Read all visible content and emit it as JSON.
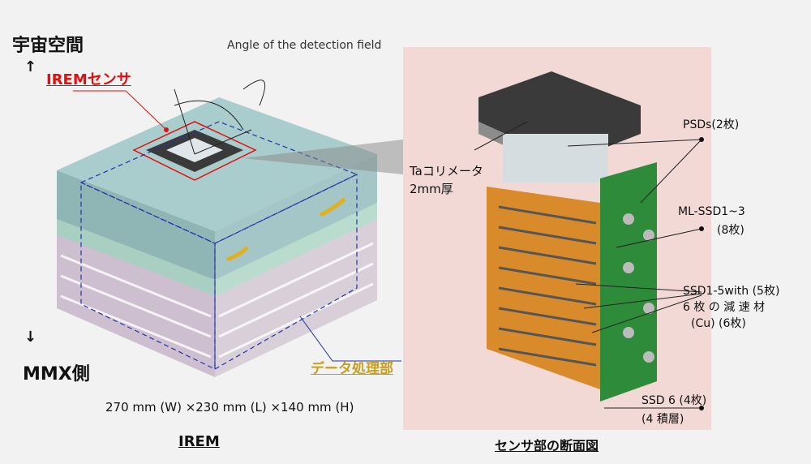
{
  "left": {
    "space_label": "宇宙空間",
    "up_arrow": "↑",
    "sensor_label": "IREMセンサ",
    "angle_label": "Angle of the detection field",
    "down_arrow": "↓",
    "mmx_label": "MMX側",
    "processing_label": "データ処理部",
    "dimensions": "270 mm (W) ×230 mm (L) ×140 mm (H)",
    "caption": "IREM"
  },
  "right": {
    "collimator_line1": "Taコリメータ",
    "collimator_line2": "2mm厚",
    "psd": "PSDs(2枚)",
    "mlssd_line1": "ML-SSD1~3",
    "mlssd_line2": "(8枚)",
    "ssd_line1": "SSD1-5with (5枚)",
    "ssd_line2": "6 枚 の 減 速 材",
    "ssd_line3": "(Cu) (6枚)",
    "ssd6_line1": "SSD 6 (4枚)",
    "ssd6_line2": "(4 積層)",
    "caption": "センサ部の断面図"
  },
  "colors": {
    "sensor_red": "#e01010",
    "processing_gold": "#c8a020",
    "panel_pink": "#f3d9d6",
    "box_teal": "#9fc3c3",
    "pcb_green": "#2e8b3a",
    "copper": "#d98a2a"
  }
}
